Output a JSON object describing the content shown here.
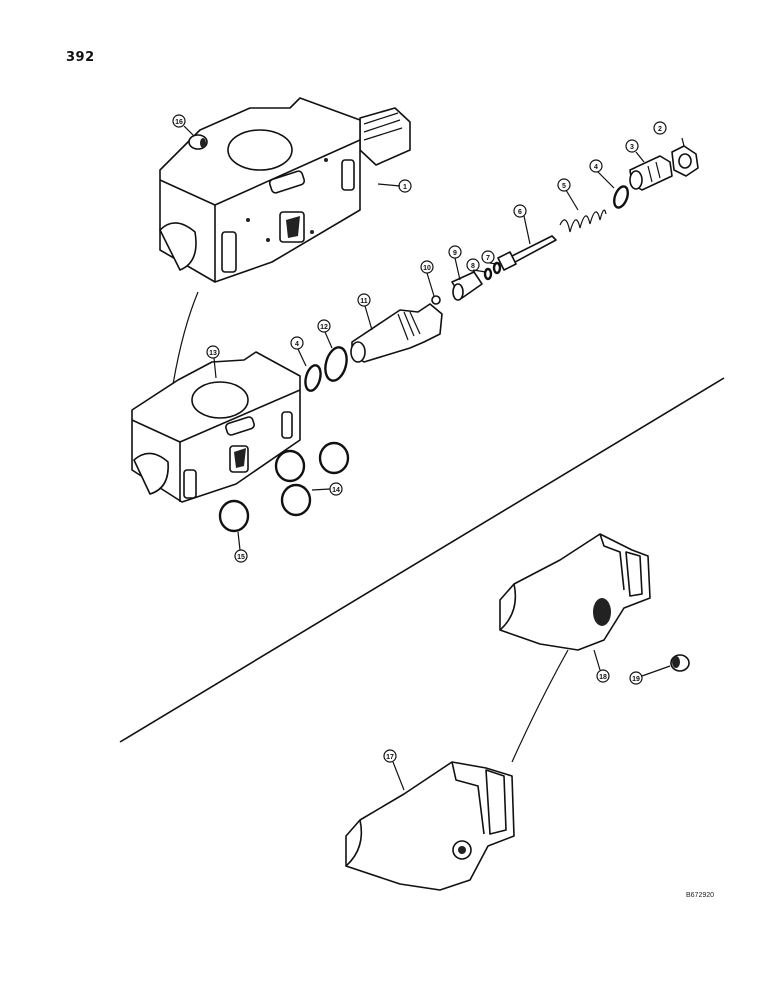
{
  "page": {
    "number": "392",
    "drawing_code": "B672920"
  },
  "callouts": {
    "c1": "1",
    "c2": "2",
    "c3": "3",
    "c4a": "4",
    "c4b": "4",
    "c5": "5",
    "c6": "6",
    "c7": "7",
    "c8": "8",
    "c9": "9",
    "c10": "10",
    "c11": "11",
    "c12": "12",
    "c13": "13",
    "c14": "14",
    "c15": "15",
    "c16": "16",
    "c17": "17",
    "c18": "18",
    "c19": "19"
  }
}
